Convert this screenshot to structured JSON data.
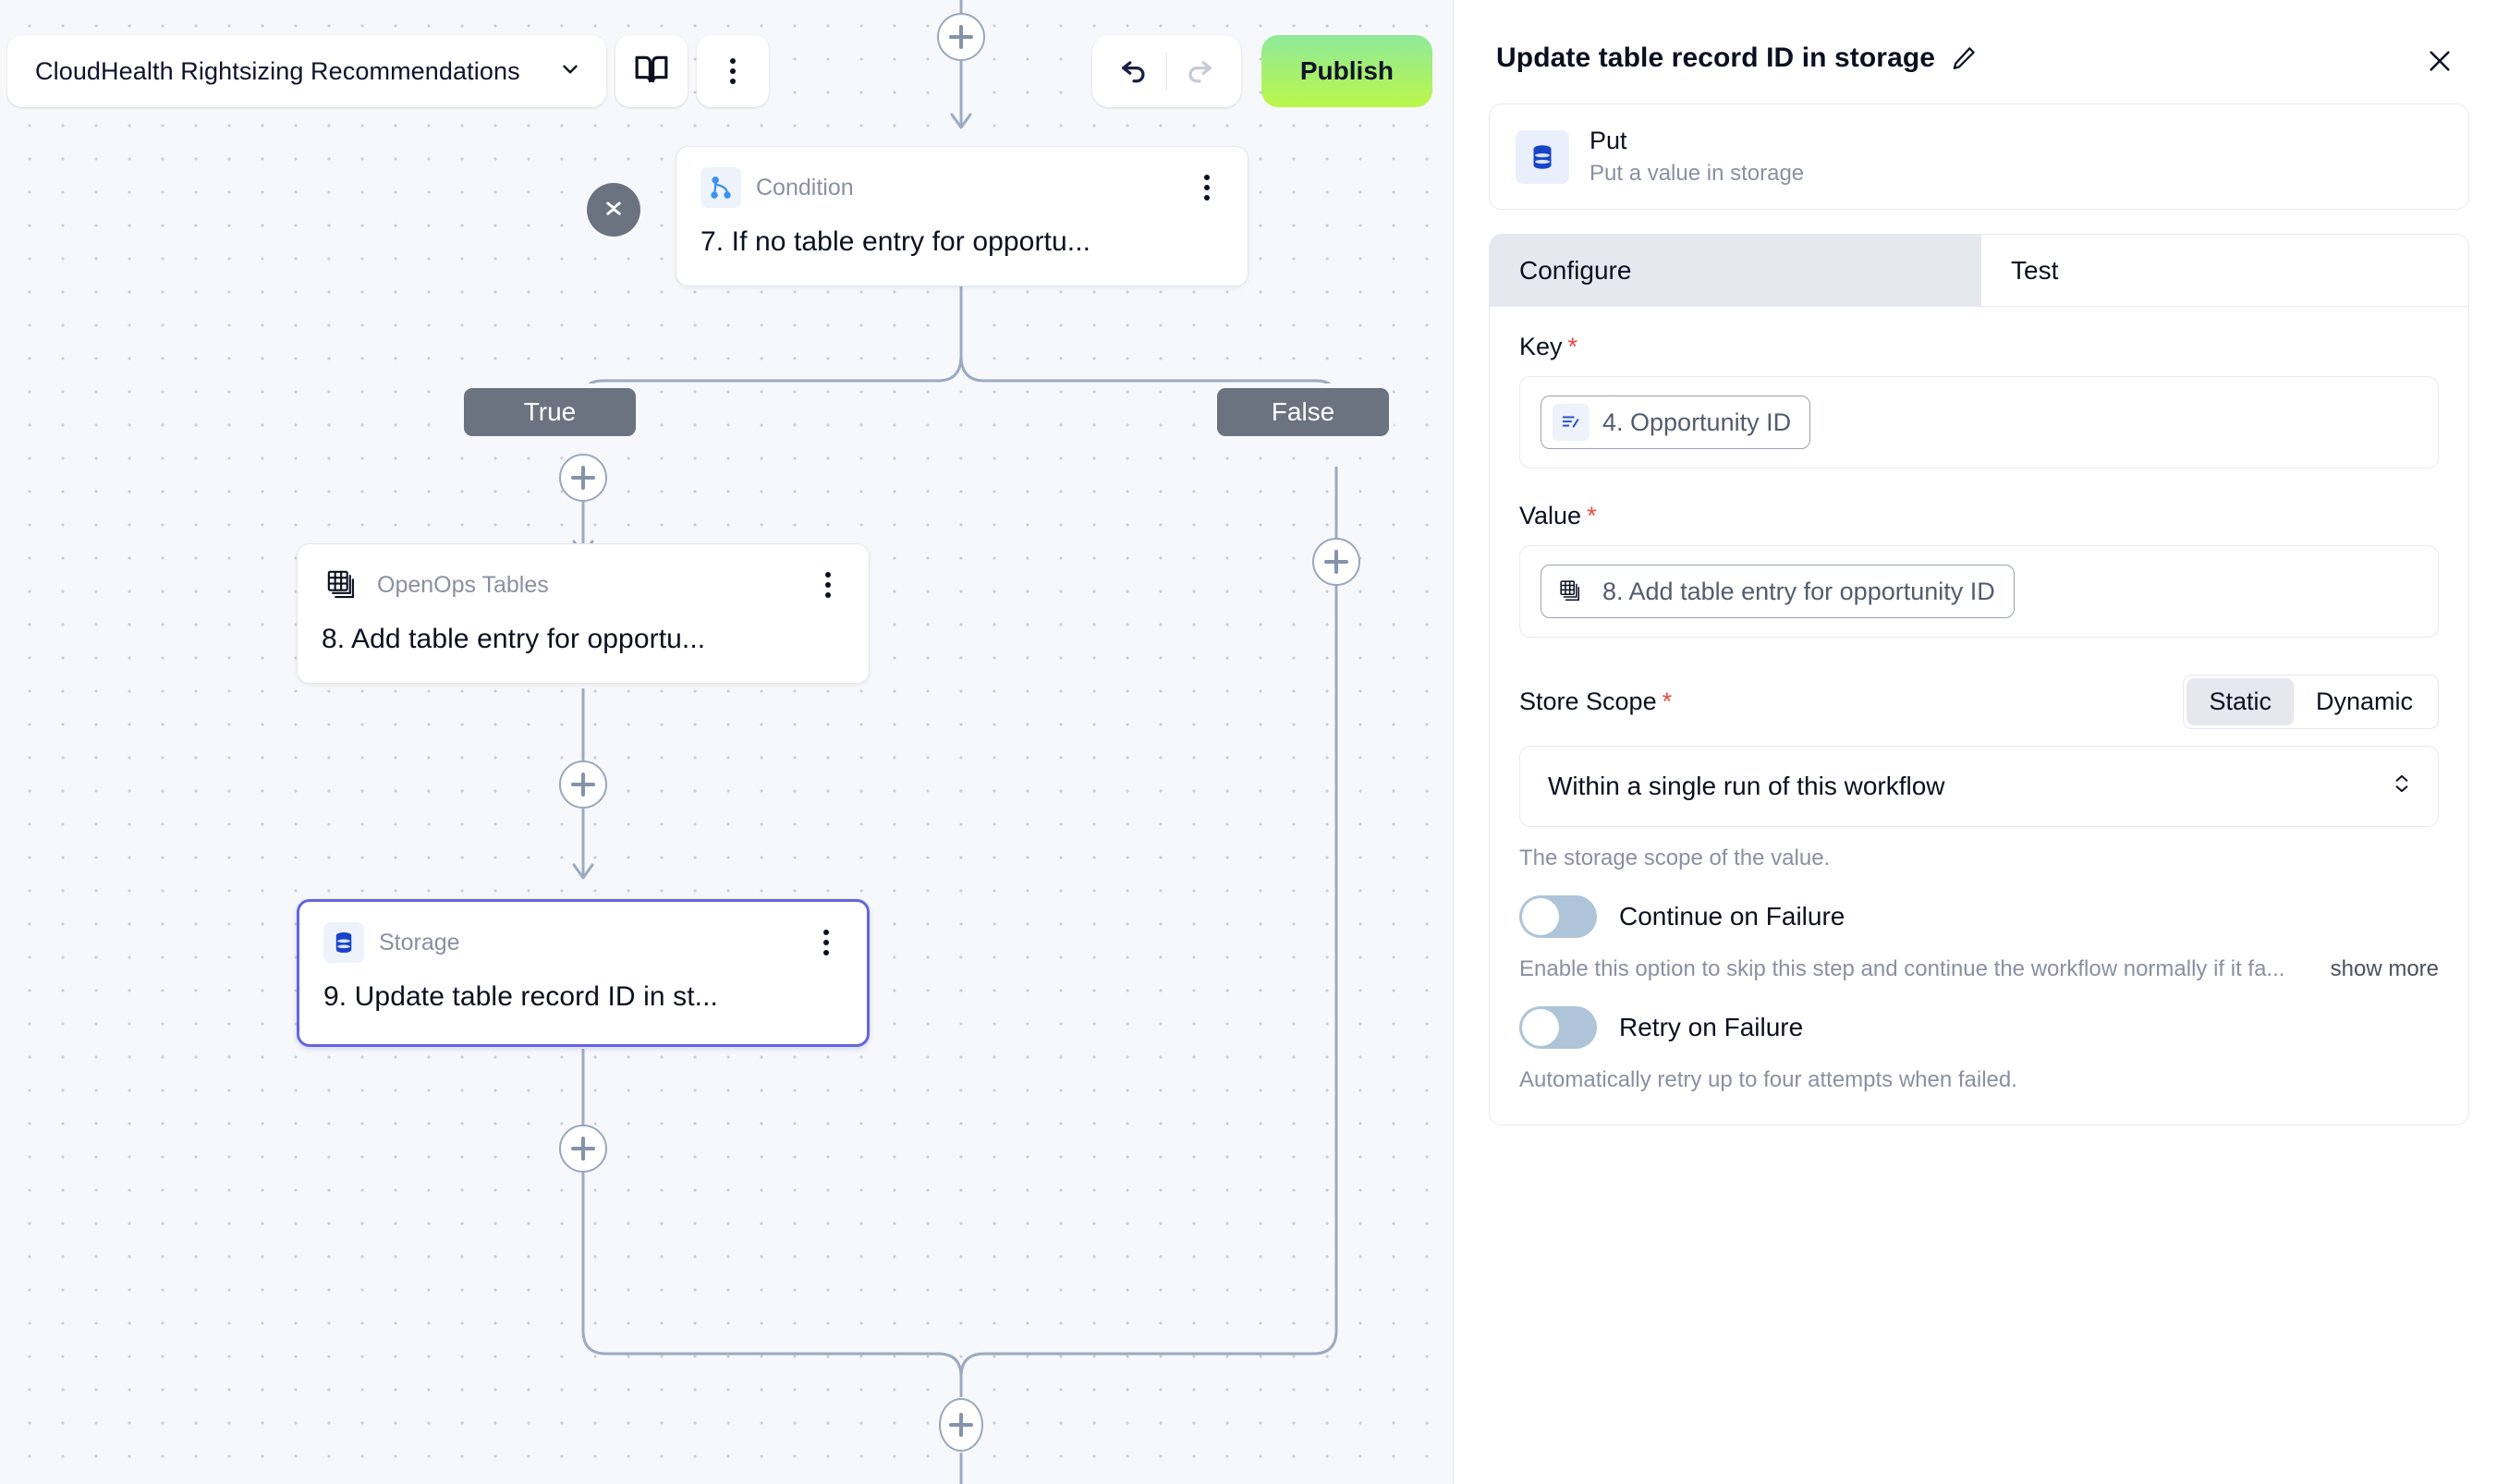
{
  "toolbar": {
    "workflow_title": "CloudHealth Rightsizing Recommendations",
    "chevron_icon": "chevron-down-icon",
    "docs_icon": "book-icon",
    "more_icon": "more-vertical-icon",
    "undo_icon": "undo-icon",
    "redo_icon": "redo-icon",
    "publish_label": "Publish",
    "publish_color": "#a8f05f"
  },
  "canvas": {
    "collapse_icon": "collapse-chevrons-icon",
    "branches": {
      "true_label": "True",
      "false_label": "False"
    },
    "add_step_label": "+",
    "nodes": [
      {
        "id": "condition",
        "type": "Condition",
        "title": "7. If no table entry for opportu...",
        "icon": "branch-icon",
        "selected": false
      },
      {
        "id": "tables",
        "type": "OpenOps Tables",
        "title": "8. Add table entry for opportu...",
        "icon": "tables-icon",
        "selected": false
      },
      {
        "id": "storage",
        "type": "Storage",
        "title": "9. Update table record ID in st...",
        "icon": "database-icon",
        "selected": true
      }
    ]
  },
  "panel": {
    "title": "Update table record ID in storage",
    "edit_icon": "pencil-icon",
    "close_icon": "close-icon",
    "piece": {
      "name": "Put",
      "description": "Put a value in storage",
      "icon": "database-icon"
    },
    "tabs": [
      {
        "label": "Configure",
        "active": true
      },
      {
        "label": "Test",
        "active": false
      }
    ],
    "fields": {
      "key": {
        "label": "Key",
        "required": "*",
        "chip_text": "4. Opportunity ID",
        "chip_icon": "variable-icon"
      },
      "value": {
        "label": "Value",
        "required": "*",
        "chip_text": "8. Add table entry for opportunity ID",
        "chip_icon": "tables-icon"
      },
      "store_scope": {
        "label": "Store Scope",
        "required": "*",
        "segments": [
          {
            "label": "Static",
            "active": true
          },
          {
            "label": "Dynamic",
            "active": false
          }
        ],
        "selected_option": "Within a single run of this workflow",
        "dropdown_icon": "chevrons-up-down-icon",
        "helper": "The storage scope of the value."
      },
      "continue_on_failure": {
        "label": "Continue on Failure",
        "enabled": false,
        "description": "Enable this option to skip this step and continue the workflow normally if it fa...",
        "show_more": "show more"
      },
      "retry_on_failure": {
        "label": "Retry on Failure",
        "enabled": false,
        "description": "Automatically retry up to four attempts when failed."
      }
    }
  }
}
